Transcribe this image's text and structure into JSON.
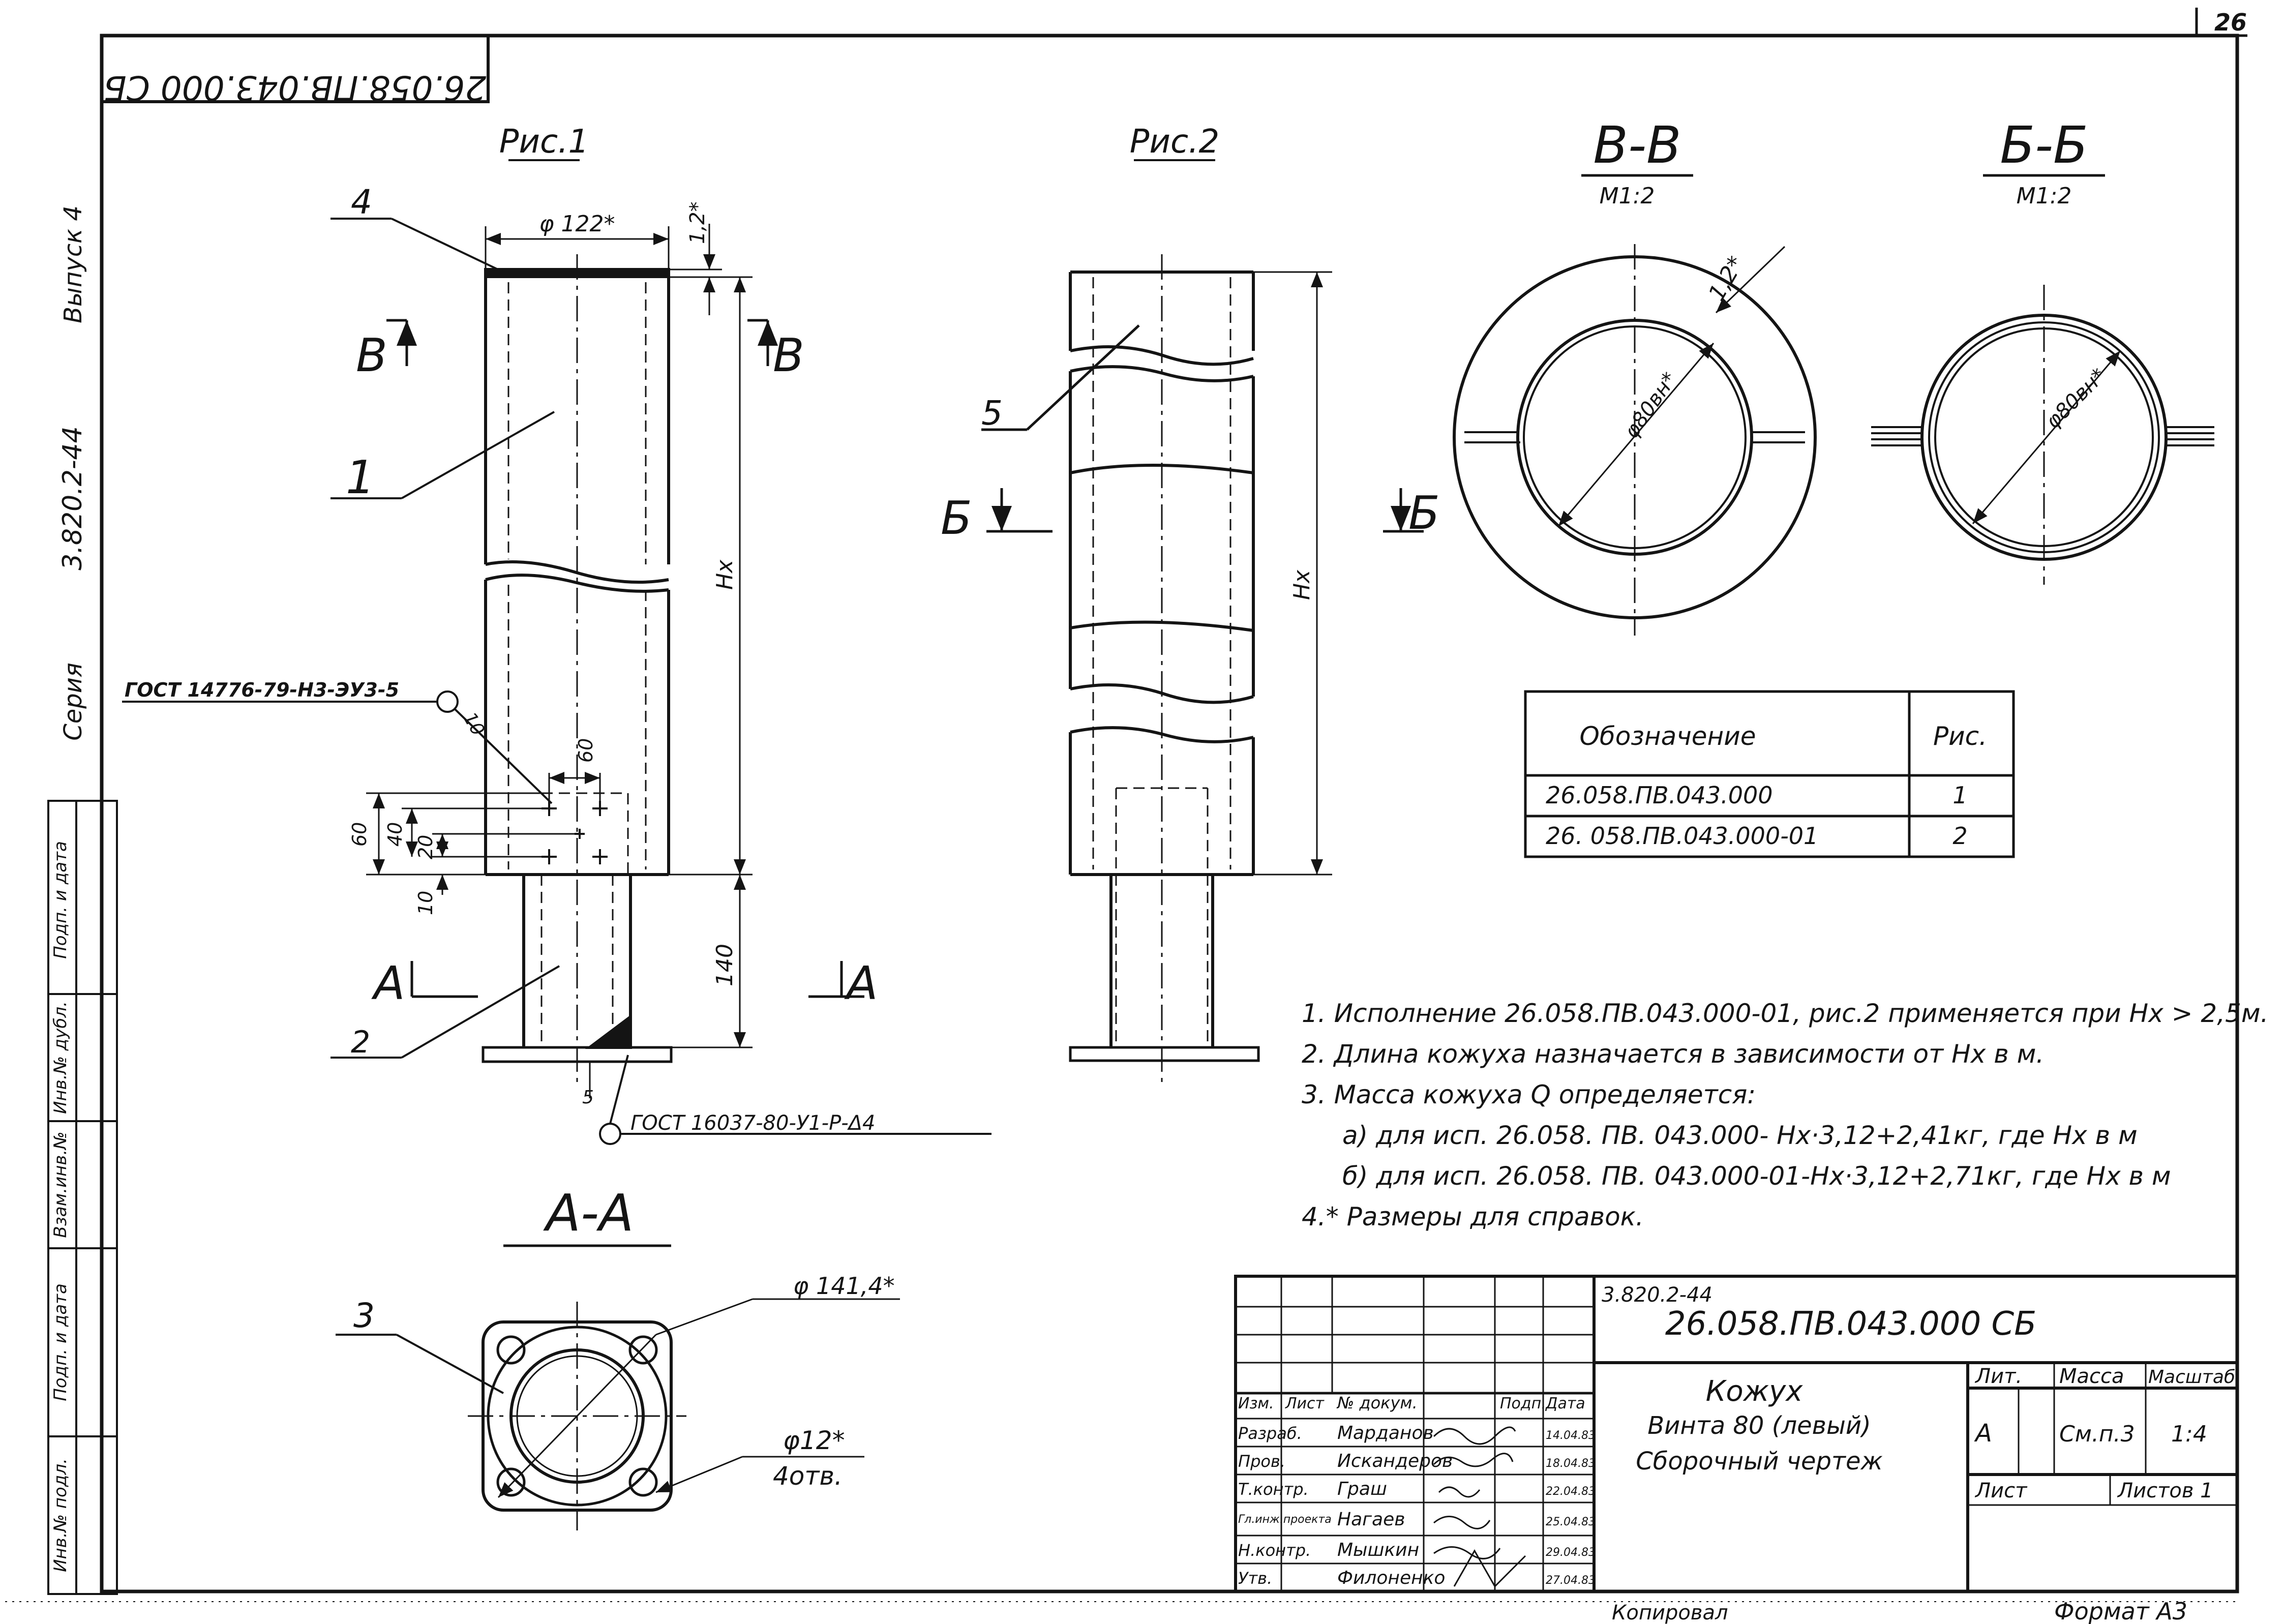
{
  "sheet_number": "26",
  "stamp_code": "26.058.ПВ.043.000 СБ",
  "side_strip": {
    "series_label": "Серия",
    "series_value": "3.820.2-44",
    "issue": "Выпуск 4",
    "cols": [
      "Инв.№ подл.",
      "Подп. и дата",
      "Взам.инв.№",
      "Инв.№ дубл.",
      "Подп. и дата"
    ]
  },
  "views": {
    "fig1_title": "Рис.1",
    "fig2_title": "Рис.2",
    "section_bb_title": "В-В",
    "section_bb_scale": "М1:2",
    "section_b2_title": "Б-Б",
    "section_b2_scale": "М1:2",
    "section_aa_title": "А-А"
  },
  "fig1_annotations": {
    "dim_diameter": "φ 122*",
    "dim_top_thickness": "1,2*",
    "dim_height": "Нх",
    "dim_bottom": "140",
    "dim_60v": "60",
    "dim_60h": "60",
    "dim_40": "40",
    "dim_20": "20",
    "dim_10": "10",
    "dim_5": "5",
    "cut_left_B": "В",
    "cut_right_B": "В",
    "cut_left_A": "А",
    "cut_right_A": "А",
    "leader_4": "4",
    "leader_1": "1",
    "leader_2": "2",
    "leader_10": "10",
    "gost_top": "ГОСТ 14776-79-Н3-ЭУ3-5",
    "gost_bottom": "ГОСТ 16037-80-У1-Р-Δ4"
  },
  "fig2_annotations": {
    "leader_5": "5",
    "cut_left_B2": "Б",
    "cut_right_B2": "Б",
    "dim_height": "Нх"
  },
  "section_annotations": {
    "bb_thickness": "1,2*",
    "bb_diameter": "φ80вн*",
    "b2_diameter": "φ80вн*"
  },
  "aa_annotations": {
    "leader_3": "3",
    "flange_diameter": "φ 141,4*",
    "hole_diameter": "φ12*",
    "hole_count": "4отв."
  },
  "variant_table": {
    "headers": [
      "Обозначение",
      "Рис."
    ],
    "rows": [
      [
        "26.058.ПВ.043.000",
        "1"
      ],
      [
        "26. 058.ПВ.043.000-01",
        "2"
      ]
    ]
  },
  "notes": [
    "1. Исполнение 26.058.ПВ.043.000-01, рис.2 применяется при Нх > 2,5м.",
    "2. Длина кожуха назначается в зависимости от Нх в м.",
    "3. Масса кожуха Q определяется:",
    "а) для исп. 26.058. ПВ. 043.000- Нх·3,12+2,41кг, где Нх в м",
    "б) для исп. 26.058. ПВ. 043.000-01-Нх·3,12+2,71кг, где Нх в м",
    "4.* Размеры для справок."
  ],
  "title_block": {
    "series_ref": "3.820.2-44",
    "doc_number": "26.058.ПВ.043.000 СБ",
    "title_line1": "Кожух",
    "title_line2": "Винта 80 (левый)",
    "title_line3": "Сборочный чертеж",
    "col_headers": [
      "Изм.",
      "Лист",
      "№ докум.",
      "Подп.",
      "Дата"
    ],
    "roles": [
      {
        "role": "Разраб.",
        "name": "Марданов",
        "date": "14.04.83"
      },
      {
        "role": "Пров.",
        "name": "Искандеров",
        "date": "18.04.83"
      },
      {
        "role": "Т.контр.",
        "name": "Граш",
        "date": "22.04.83"
      },
      {
        "role": "Гл.инж.проекта",
        "name": "Нагаев",
        "date": "25.04.83"
      },
      {
        "role": "Н.контр.",
        "name": "Мышкин",
        "date": "29.04.83"
      },
      {
        "role": "Утв.",
        "name": "Филоненко",
        "date": "27.04.83"
      }
    ],
    "lit_label": "Лит.",
    "mass_label": "Масса",
    "scale_label": "Масштаб",
    "lit_value": "А",
    "mass_value": "См.п.3",
    "scale_value": "1:4",
    "sheet_label": "Лист",
    "sheets_label": "Листов 1"
  },
  "footer": {
    "copied": "Копировал",
    "format": "Формат А3"
  }
}
